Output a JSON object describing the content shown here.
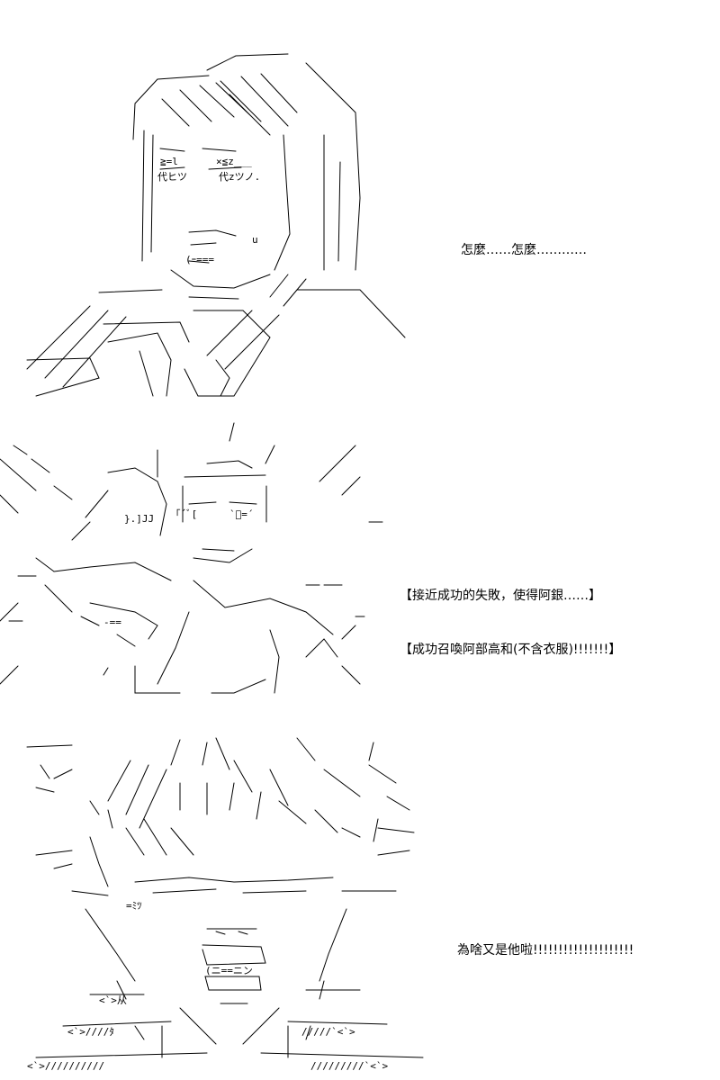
{
  "panels": [
    {
      "caption_lines": [
        "怎麼……怎麼…………"
      ]
    },
    {
      "caption_lines": [
        "【接近成功的失敗，使得阿銀……】",
        "【成功召喚阿部高和(不含衣服)!!!!!!!】"
      ]
    },
    {
      "caption_lines": [
        "為啥又是他啦!!!!!!!!!!!!!!!!!!!!"
      ]
    }
  ]
}
